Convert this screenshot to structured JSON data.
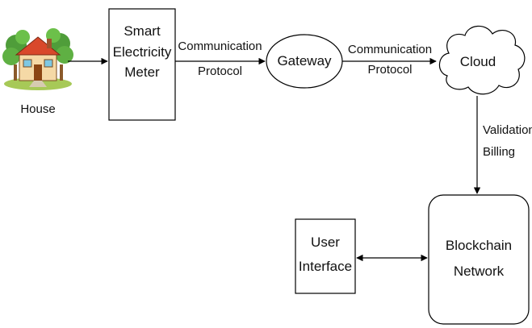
{
  "house": {
    "label": "House"
  },
  "meter": {
    "line1": "Smart",
    "line2": "Electricity",
    "line3": "Meter"
  },
  "link1": {
    "line1": "Communication",
    "line2": "Protocol"
  },
  "gateway": {
    "label": "Gateway"
  },
  "link2": {
    "line1": "Communication",
    "line2": "Protocol"
  },
  "cloud": {
    "label": "Cloud"
  },
  "link3": {
    "line1": "Validation,",
    "line2": "Billing"
  },
  "blockchain": {
    "line1": "Blockchain",
    "line2": "Network"
  },
  "ui": {
    "line1": "User",
    "line2": "Interface"
  }
}
